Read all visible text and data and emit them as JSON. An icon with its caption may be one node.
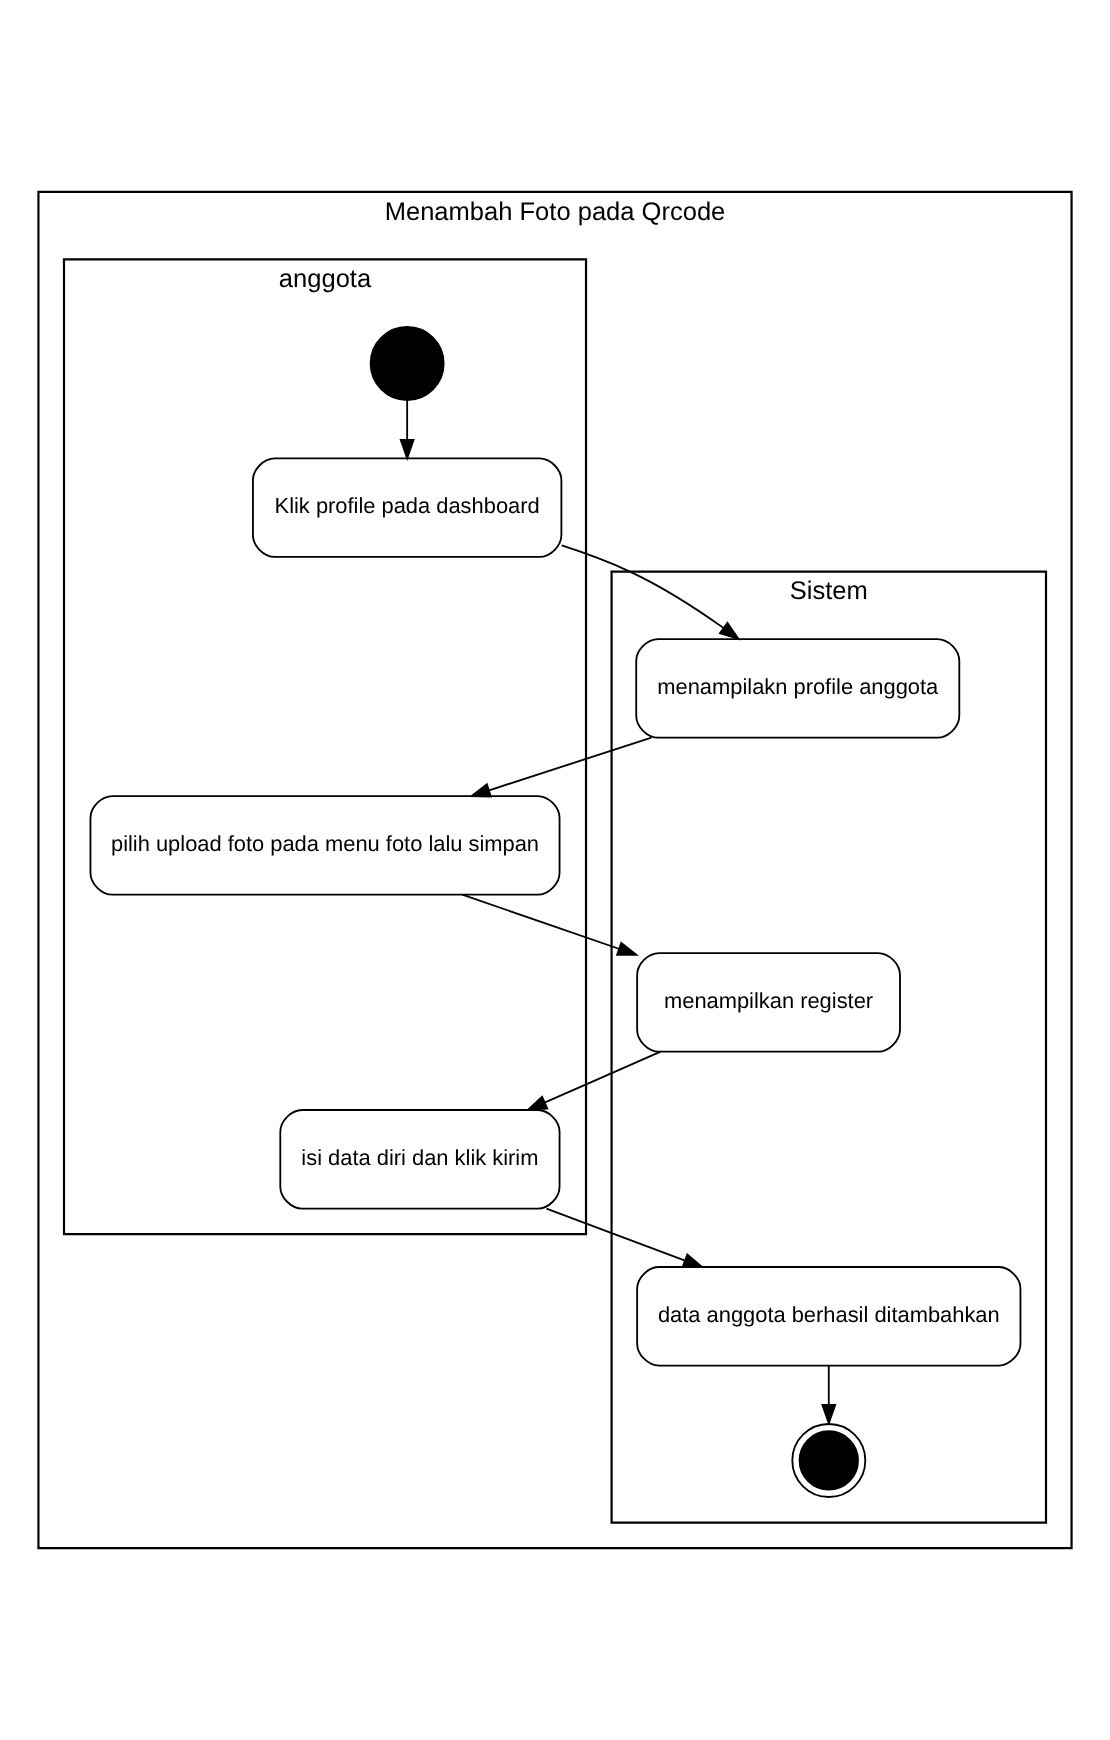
{
  "diagram": {
    "nodes": [
      {
        "text": [
          "Menambah Foto pada Qrcode"
        ]
      },
      {
        "text": [
          "anggota"
        ],
        "in": 0
      },
      {
        "text": [
          "Sistem"
        ],
        "in": 0
      },
      {
        "text": [],
        "shape": "circle",
        "in": 1
      },
      {
        "text": [
          "Klik profile pada dashboard"
        ],
        "in": 1
      },
      {
        "text": [
          "menampilakn profile anggota"
        ],
        "in": 2
      },
      {
        "text": [
          "pilih upload foto pada menu foto lalu simpan"
        ],
        "in": 1
      },
      {
        "text": [
          "menampilkan register"
        ],
        "in": 2
      },
      {
        "text": [
          "isi data diri dan klik kirim"
        ],
        "in": 1
      },
      {
        "text": [
          "data anggota berhasil ditambahkan"
        ],
        "in": 2
      },
      {
        "text": [],
        "shape": "circle",
        "in": 2
      }
    ],
    "edges": [
      {
        "from": 3,
        "to": 4,
        "arrow": "to"
      },
      {
        "from": 4,
        "to": 5,
        "arrow": "to"
      },
      {
        "from": 5,
        "to": 6,
        "arrow": "to"
      },
      {
        "from": 6,
        "to": 7,
        "arrow": "to"
      },
      {
        "from": 7,
        "to": 8,
        "arrow": "to"
      },
      {
        "from": 8,
        "to": 9,
        "arrow": "to"
      },
      {
        "from": 9,
        "to": 10,
        "arrow": "to"
      }
    ]
  }
}
